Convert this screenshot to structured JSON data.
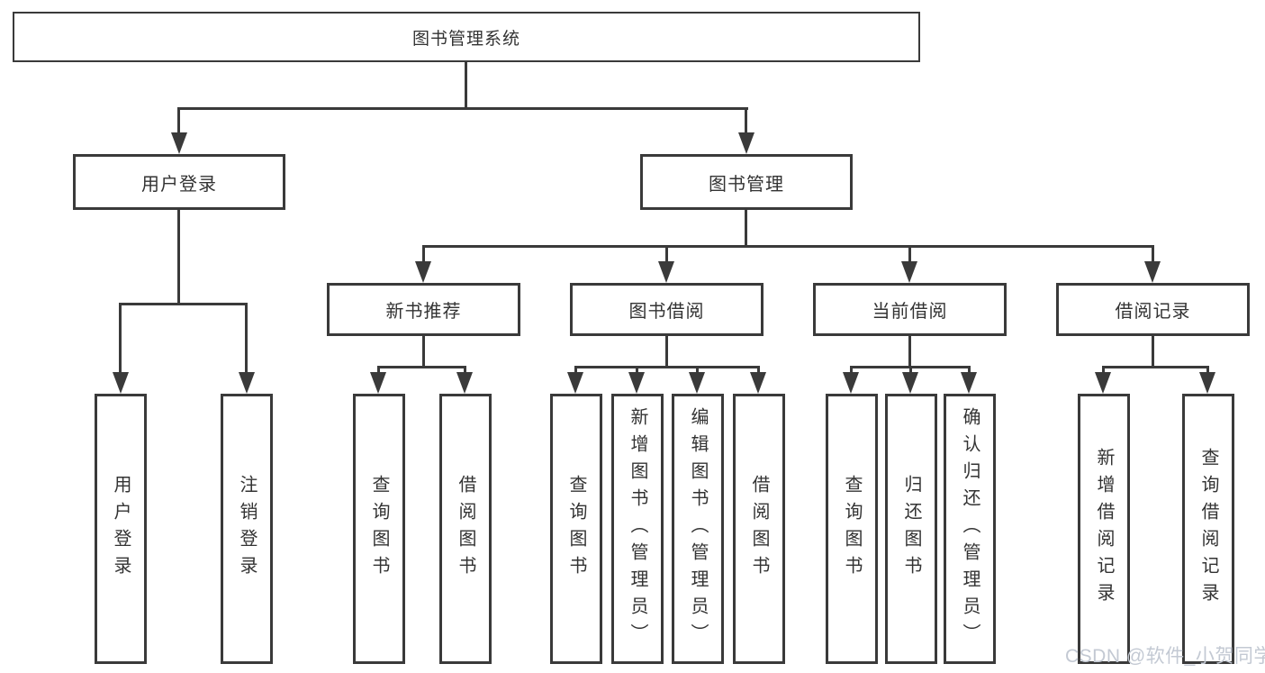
{
  "colors": {
    "line": "#3a3a3a",
    "box_border": "#3a3a3a",
    "text": "#333333",
    "background": "#ffffff",
    "watermark": "#c3c9d3"
  },
  "tree": {
    "root": "图书管理系统",
    "branches": [
      {
        "label": "用户登录",
        "children": [
          "用户登录",
          "注销登录"
        ]
      },
      {
        "label": "图书管理",
        "groups": [
          {
            "label": "新书推荐",
            "children": [
              "查询图书",
              "借阅图书"
            ]
          },
          {
            "label": "图书借阅",
            "children": [
              "查询图书",
              "新增图书（管理员）",
              "编辑图书（管理员）",
              "借阅图书"
            ]
          },
          {
            "label": "当前借阅",
            "children": [
              "查询图书",
              "归还图书",
              "确认归还（管理员）"
            ]
          },
          {
            "label": "借阅记录",
            "children": [
              "新增借阅记录",
              "查询借阅记录"
            ]
          }
        ]
      }
    ]
  },
  "watermark": {
    "text": "CSDN @软件_小贺同学"
  }
}
